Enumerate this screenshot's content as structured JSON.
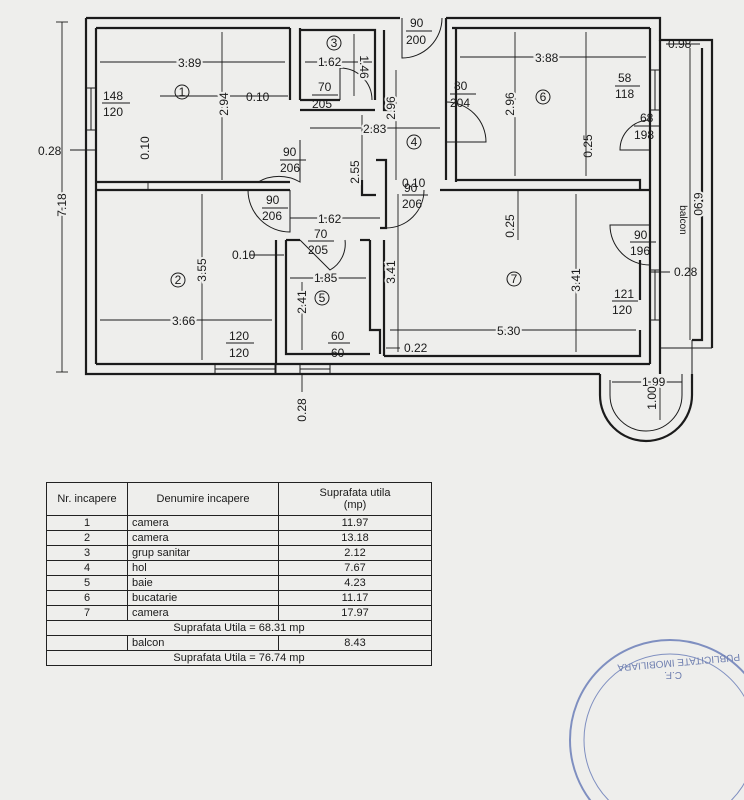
{
  "dimensions": {
    "r1_width": "3.89",
    "r1_height": "2.94",
    "r1_wall_gap": "0.10",
    "r1_gap2": "0.10",
    "left_gap": "0.28",
    "total_height": "7.18",
    "r3_width": "1.62",
    "r3_height": "1.46",
    "r4_height_top": "2.96",
    "r4_width": "2.83",
    "r4_height": "2.55",
    "r4_gap": "0.10",
    "corridor_width": "1.62",
    "r6_width": "3.88",
    "r6_height": "2.96",
    "r6_gap": "0.25",
    "right_gap": "0.98",
    "balcony_len": "6.90",
    "r7_gap": "0.25",
    "r2_height": "3.55",
    "r2_gap": "0.10",
    "r2_width": "3.66",
    "r5_width": "1.85",
    "r5_height": "2.41",
    "r5_side": "3.41",
    "r7_height": "3.41",
    "r7_width": "5.30",
    "r7_gap2": "0.22",
    "right_gap2": "0.28",
    "bottom_gap": "0.28",
    "balcony_width": "1.99",
    "balcony_depth": "1.00"
  },
  "openings": {
    "win_r1": [
      "148",
      "120"
    ],
    "door_entry": [
      "90",
      "200"
    ],
    "door_r3": [
      "70",
      "205"
    ],
    "door_r6": [
      "80",
      "204"
    ],
    "win_r6": [
      "58",
      "118"
    ],
    "door_balcony": [
      "68",
      "198"
    ],
    "door_r1": [
      "90",
      "206"
    ],
    "door_r2": [
      "90",
      "206"
    ],
    "door_r7": [
      "90",
      "206"
    ],
    "door_r5": [
      "70",
      "205"
    ],
    "door_r7_balcony": [
      "90",
      "196"
    ],
    "win_r7": [
      "121",
      "120"
    ],
    "win_r2": [
      "120",
      "120"
    ],
    "win_r5": [
      "60",
      "60"
    ]
  },
  "room_numbers": [
    "1",
    "2",
    "3",
    "4",
    "5",
    "6",
    "7"
  ],
  "balcony_label": "balcon",
  "table": {
    "header": {
      "col1": "Nr. incapere",
      "col2": "Denumire incapere",
      "col3_line1": "Suprafata utila",
      "col3_line2": "(mp)"
    },
    "rows": [
      {
        "nr": "1",
        "name": "camera",
        "area": "11.97"
      },
      {
        "nr": "2",
        "name": "camera",
        "area": "13.18"
      },
      {
        "nr": "3",
        "name": "grup sanitar",
        "area": "2.12"
      },
      {
        "nr": "4",
        "name": "hol",
        "area": "7.67"
      },
      {
        "nr": "5",
        "name": "baie",
        "area": "4.23"
      },
      {
        "nr": "6",
        "name": "bucatarie",
        "area": "11.17"
      },
      {
        "nr": "7",
        "name": "camera",
        "area": "17.97"
      }
    ],
    "total_useful": "Suprafata Utila = 68.31 mp",
    "balcony": {
      "name": "balcon",
      "area": "8.43"
    },
    "total_with_balcony": "Suprafata Utila = 76.74 mp"
  },
  "stamp": {
    "line1": "C.F.",
    "line2": "PUBLICITATE IMOBILIARA"
  }
}
